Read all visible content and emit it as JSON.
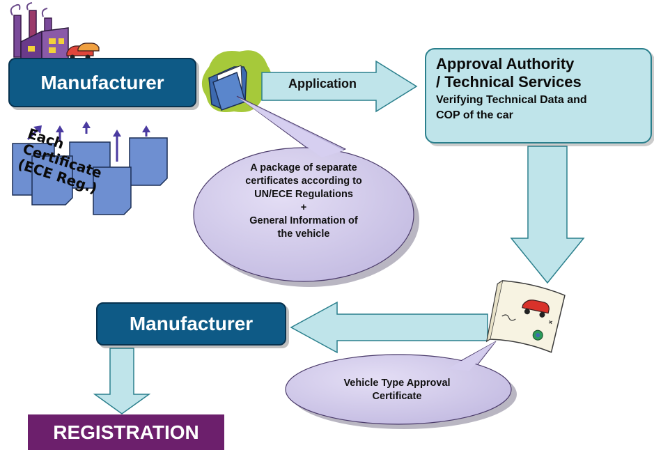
{
  "diagram": {
    "manufacturer_top": "Manufacturer",
    "application_label": "Application",
    "authority": {
      "line1": "Approval Authority",
      "line2": "/ Technical Services",
      "line3": "Verifying Technical Data and",
      "line4": "COP of the car"
    },
    "certificates_label": [
      "Each",
      "Certificate",
      "(ECE Reg.)"
    ],
    "package_bubble": [
      "A package of separate",
      "certificates according to",
      "UN/ECE Regulations",
      "+",
      "General Information of",
      "the vehicle"
    ],
    "manufacturer_bottom": "Manufacturer",
    "approval_bubble": [
      "Vehicle Type Approval",
      "Certificate"
    ],
    "registration": "REGISTRATION",
    "colors": {
      "manufacturer_box": "#0e5a86",
      "authority_box": "#bfe4ea",
      "arrow_fill": "#bfe4ea",
      "bubble_fill": "#cdc6e6",
      "registration_box": "#6c1f6c",
      "certificate_sheet": "#6e8fd1"
    },
    "icons": [
      "factory-icon",
      "folder-icon",
      "certificate-document-icon",
      "document-stack-icon"
    ]
  }
}
